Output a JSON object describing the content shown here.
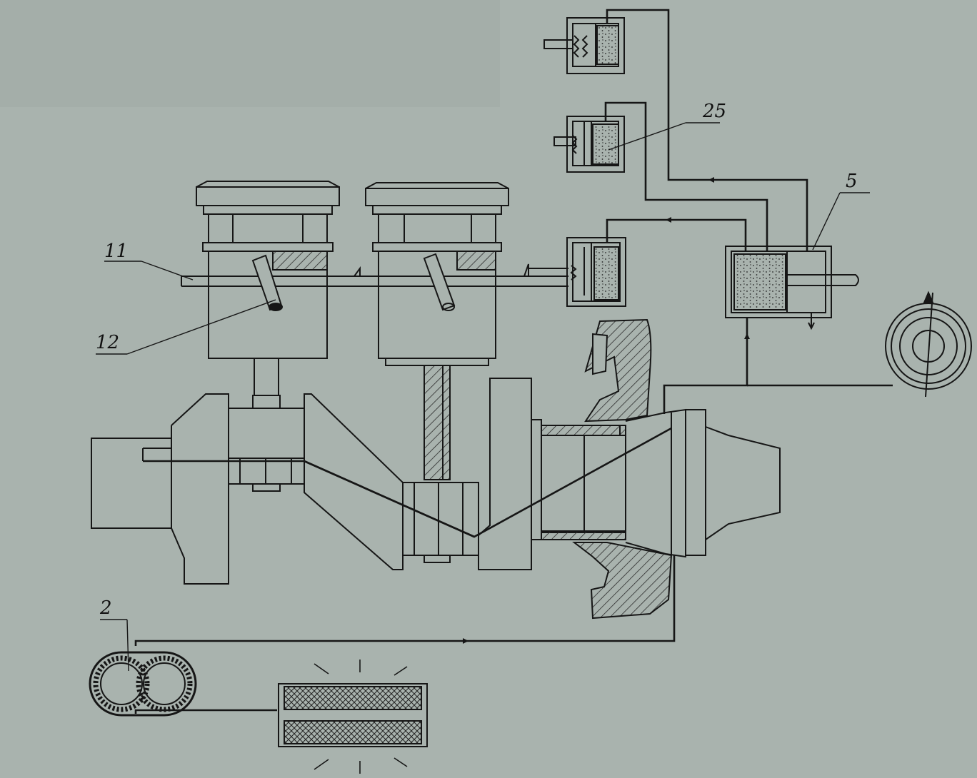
{
  "diagram": {
    "labels": {
      "l11": "11",
      "l12": "12",
      "l25": "25",
      "l5": "5",
      "l2": "2"
    },
    "colors": {
      "paper": "#a9b3ae",
      "ink": "#161616",
      "hatch": "#2a2a2a"
    }
  }
}
